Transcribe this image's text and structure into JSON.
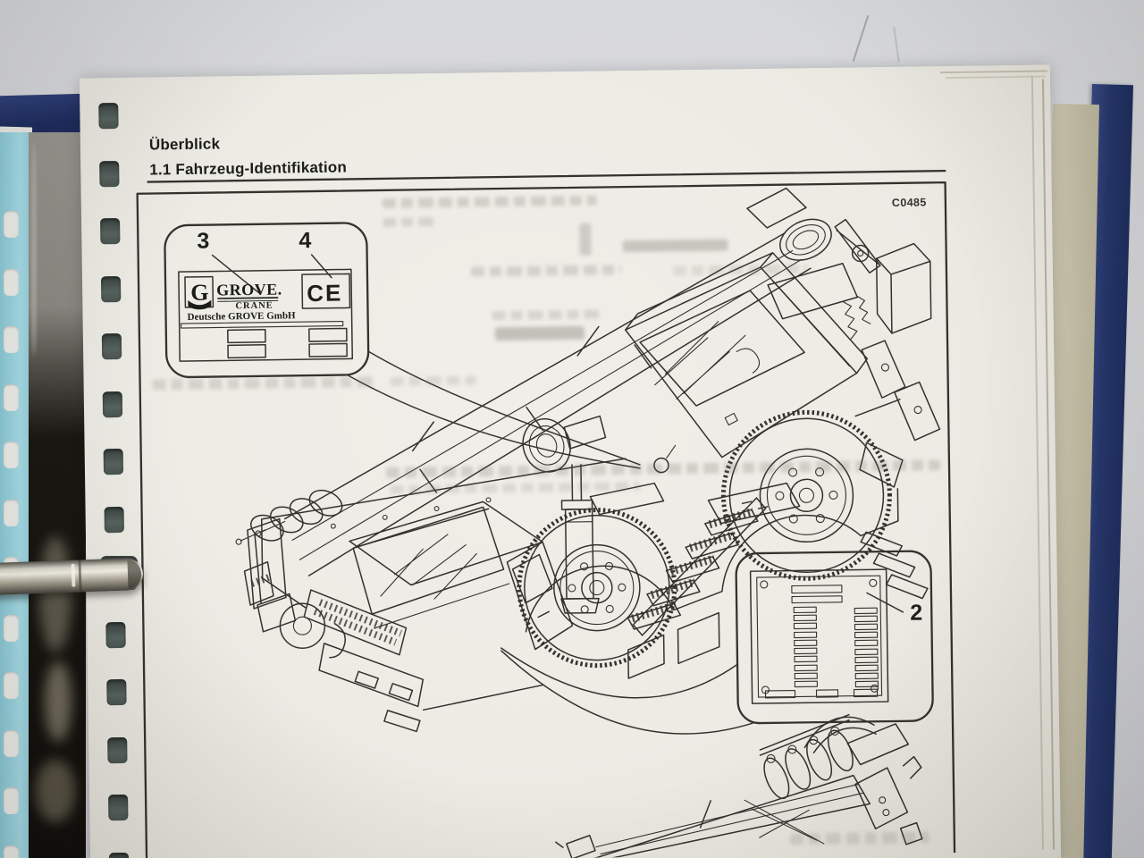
{
  "page": {
    "header": {
      "section": "Überblick",
      "subsection": "1.1 Fahrzeug-Identifikation"
    },
    "figure": {
      "code": "C0485",
      "callout_labels": {
        "identification_plate": "2",
        "manufacturer_plate": "3",
        "ce_mark": "4"
      },
      "manufacturer_plate": {
        "logo_letter": "G",
        "brand": "GROVE.",
        "brand_division": "CRANE",
        "company": "Deutsche GROVE GmbH",
        "ce_text": "CE"
      }
    }
  },
  "colors": {
    "binder_cover": "#27376c",
    "divider_page": "#a7dde7",
    "paper": "#ecebe4",
    "ink": "#33322d"
  }
}
